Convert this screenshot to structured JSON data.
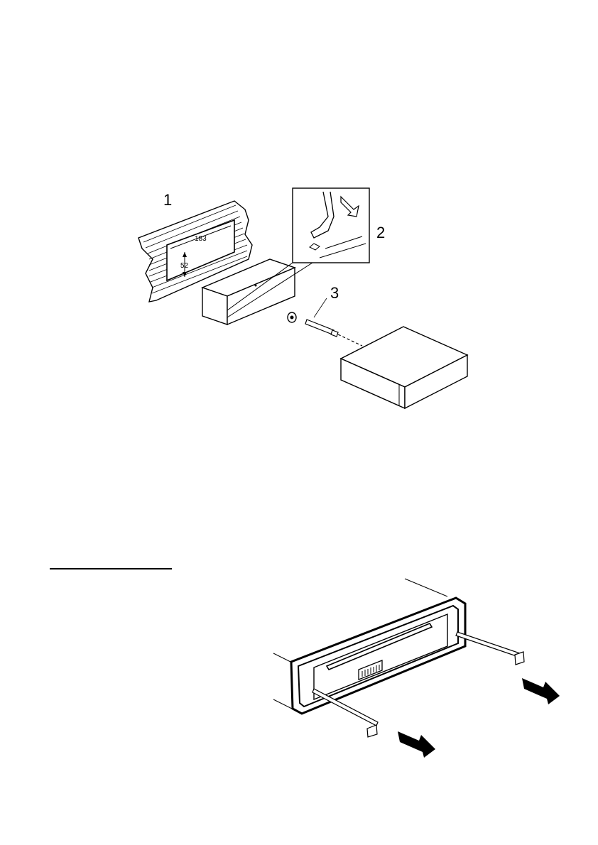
{
  "installation_figure": {
    "callouts": [
      "1",
      "2",
      "3"
    ],
    "dimensions": {
      "width": "183",
      "height": "52"
    }
  },
  "removal_figure": {
    "arrows": [
      "arrow-right-icon",
      "arrow-right-icon"
    ]
  }
}
